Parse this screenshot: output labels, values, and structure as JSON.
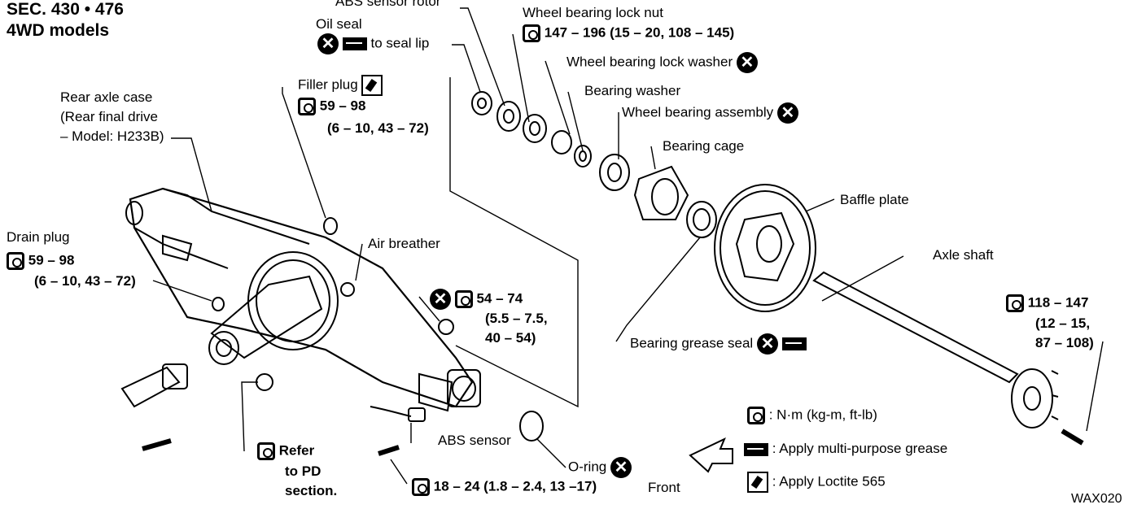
{
  "header": {
    "sec": "SEC. 430 • 476",
    "models": "4WD models"
  },
  "parts": {
    "abs_rotor": "ABS sensor rotor",
    "oil_seal": "Oil seal",
    "to_seal_lip": "to seal lip",
    "lock_nut": "Wheel bearing lock nut",
    "lock_nut_torque": "147 – 196 (15 – 20, 108 – 145)",
    "lock_washer": "Wheel bearing lock washer",
    "bearing_washer": "Bearing washer",
    "bearing_assembly": "Wheel bearing assembly",
    "bearing_cage": "Bearing cage",
    "baffle_plate": "Baffle plate",
    "axle_shaft": "Axle shaft",
    "filler_plug": "Filler plug",
    "filler_torque_1": "59 – 98",
    "filler_torque_2": "(6 – 10, 43 – 72)",
    "rear_axle_1": "Rear axle case",
    "rear_axle_2": "(Rear final drive",
    "rear_axle_3": "– Model: H233B)",
    "drain_plug": "Drain plug",
    "drain_torque_1": "59 – 98",
    "drain_torque_2": "(6 – 10, 43 – 72)",
    "air_breather": "Air breather",
    "nut_torque_1": "54 – 74",
    "nut_torque_2": "(5.5 – 7.5,",
    "nut_torque_3": "40 – 54)",
    "grease_seal": "Bearing grease seal",
    "axle_torque_1": "118 – 147",
    "axle_torque_2": "(12 – 15,",
    "axle_torque_3": "87 – 108)",
    "refer_1": "Refer",
    "refer_2": "to PD",
    "refer_3": "section.",
    "abs_sensor": "ABS sensor",
    "o_ring": "O-ring",
    "abs_torque": "18 – 24 (1.8 – 2.4, 13 –17)",
    "front": "Front"
  },
  "legend": {
    "torque": ": N·m (kg-m, ft-lb)",
    "grease": ": Apply multi-purpose grease",
    "loctite": ": Apply Loctite 565"
  },
  "code": "WAX020",
  "icons": {
    "replace": "✕"
  }
}
